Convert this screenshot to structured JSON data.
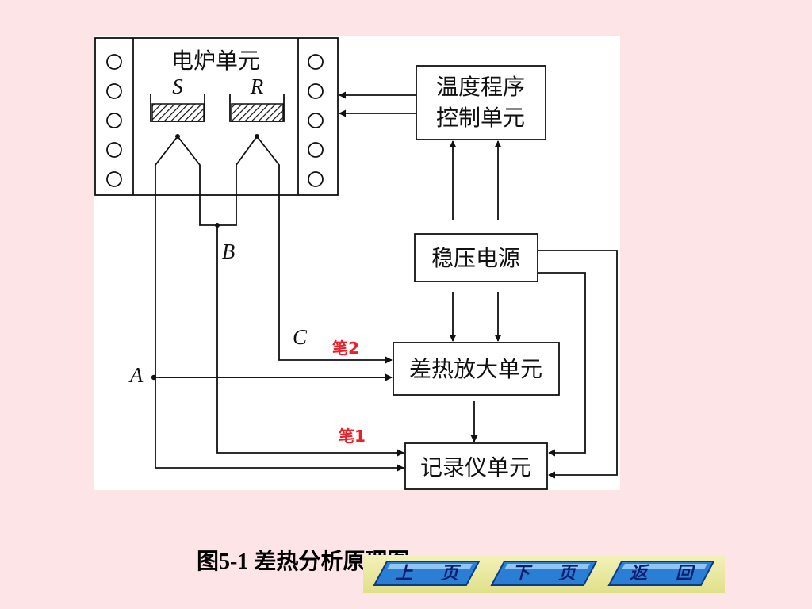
{
  "diagram": {
    "furnace_label": "电炉单元",
    "sample_label": "S",
    "reference_label": "R",
    "temp_control_line1": "温度程序",
    "temp_control_line2": "控制单元",
    "power_supply": "稳压电源",
    "amplifier": "差热放大单元",
    "recorder": "记录仪单元",
    "point_a": "A",
    "point_b": "B",
    "point_c": "C",
    "pen_2": "笔2",
    "pen_1": "笔1"
  },
  "caption": "图5-1 差热分析原理图",
  "nav": {
    "prev_label": "上 页",
    "next_label": "下 页",
    "back_label": "返 回"
  },
  "colors": {
    "background": "#fde4e6",
    "pen_label": "#e8202a",
    "nav_button": "#2a7fd4"
  }
}
